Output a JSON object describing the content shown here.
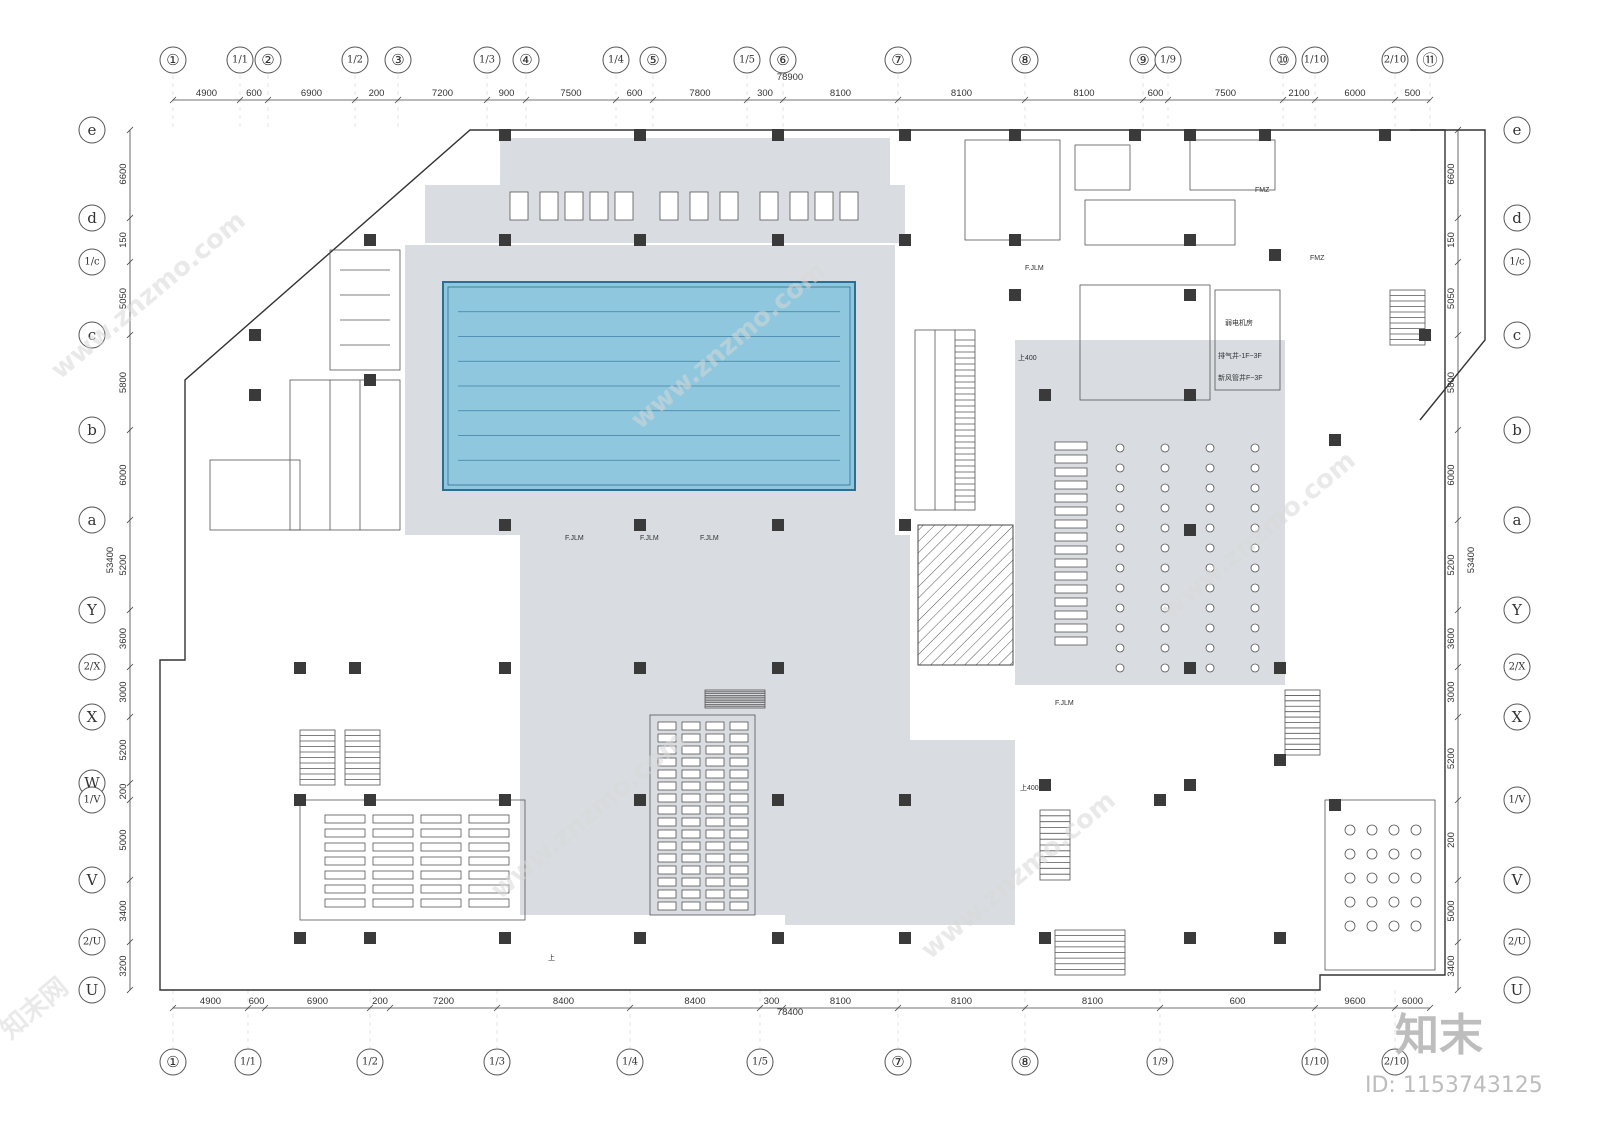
{
  "top_axes": [
    "①",
    "1/1",
    "②",
    "1/2",
    "③",
    "1/3",
    "④",
    "1/4",
    "⑤",
    "1/5",
    "⑥",
    "⑦",
    "⑧",
    "⑨",
    "1/9",
    "⑩",
    "1/10",
    "2/10",
    "⑪"
  ],
  "bottom_axes": [
    "①",
    "1/1",
    "1/2",
    "1/3",
    "1/4",
    "1/5",
    "⑦",
    "⑧",
    "1/9",
    "1/10",
    "2/10"
  ],
  "left_axes": [
    "e",
    "d",
    "1/c",
    "c",
    "b",
    "a",
    "Y",
    "2/X",
    "X",
    "W",
    "1/V",
    "V",
    "2/U",
    "U"
  ],
  "right_axes": [
    "e",
    "d",
    "1/c",
    "c",
    "b",
    "a",
    "Y",
    "2/X",
    "X",
    "1/V",
    "V",
    "2/U",
    "U"
  ],
  "top_dims": [
    "4900",
    "600",
    "6900",
    "200",
    "7200",
    "900",
    "7500",
    "600",
    "7800",
    "300",
    "8100",
    "8100",
    "8100",
    "600",
    "7500",
    "2100",
    "6000",
    "500"
  ],
  "top_total": "78900",
  "bottom_dims": [
    "4900",
    "600",
    "6900",
    "200",
    "7200",
    "8400",
    "8400",
    "300",
    "8100",
    "8100",
    "8100",
    "600",
    "9600",
    "6000"
  ],
  "bottom_total": "78400",
  "left_dims": [
    "6600",
    "150",
    "5050",
    "5800",
    "6000",
    "5200",
    "3600",
    "3000",
    "5200",
    "200",
    "5000",
    "3400",
    "3200"
  ],
  "left_total": "53400",
  "right_dims": [
    "6600",
    "150",
    "5050",
    "5800",
    "6000",
    "5200",
    "3600",
    "3000",
    "5200",
    "200",
    "5000",
    "3400",
    "3200"
  ],
  "right_total": "53400",
  "room_labels": {
    "machine_room": "弱电机房",
    "shaft1": "排气井-1F~3F",
    "shaft2": "新风管井F~3F",
    "fjlm": "F.JLM",
    "fmz": "FMZ",
    "up400a": "上400",
    "up400b": "上400",
    "up": "上"
  },
  "watermark": "www.znzmo.com",
  "watermark_cn": "知末网",
  "brand": "知末",
  "doc_id": "ID: 1153743125"
}
